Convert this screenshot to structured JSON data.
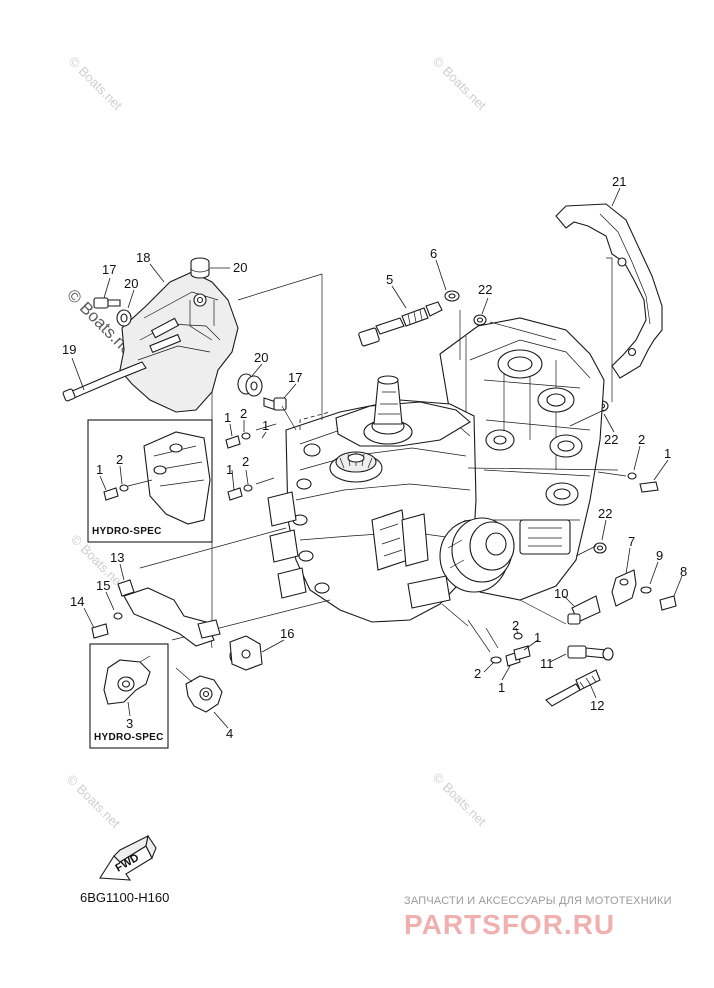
{
  "diagram": {
    "code": "6BG1100-H160",
    "box_label": "HYDRO-SPEC",
    "direction_label": "FWD"
  },
  "callouts": [
    {
      "id": "c21",
      "text": "21"
    },
    {
      "id": "c6",
      "text": "6"
    },
    {
      "id": "c20a",
      "text": "20"
    },
    {
      "id": "c18",
      "text": "18"
    },
    {
      "id": "c17a",
      "text": "17"
    },
    {
      "id": "c20b",
      "text": "20"
    },
    {
      "id": "c5",
      "text": "5"
    },
    {
      "id": "c22a",
      "text": "22"
    },
    {
      "id": "c19",
      "text": "19"
    },
    {
      "id": "c20c",
      "text": "20"
    },
    {
      "id": "c17b",
      "text": "17"
    },
    {
      "id": "c2a",
      "text": "2"
    },
    {
      "id": "c1a",
      "text": "1"
    },
    {
      "id": "c1b",
      "text": "1"
    },
    {
      "id": "c22b",
      "text": "22"
    },
    {
      "id": "c2b",
      "text": "2"
    },
    {
      "id": "c1c",
      "text": "1"
    },
    {
      "id": "c1d",
      "text": "1"
    },
    {
      "id": "c2c",
      "text": "2"
    },
    {
      "id": "c1e",
      "text": "1"
    },
    {
      "id": "c2d",
      "text": "2"
    },
    {
      "id": "c1f",
      "text": "1"
    },
    {
      "id": "c22c",
      "text": "22"
    },
    {
      "id": "c7",
      "text": "7"
    },
    {
      "id": "c9",
      "text": "9"
    },
    {
      "id": "c8",
      "text": "8"
    },
    {
      "id": "c13",
      "text": "13"
    },
    {
      "id": "c15",
      "text": "15"
    },
    {
      "id": "c14",
      "text": "14"
    },
    {
      "id": "c10",
      "text": "10"
    },
    {
      "id": "c16",
      "text": "16"
    },
    {
      "id": "c2e",
      "text": "2"
    },
    {
      "id": "c1g",
      "text": "1"
    },
    {
      "id": "c2f",
      "text": "2"
    },
    {
      "id": "c11",
      "text": "11"
    },
    {
      "id": "c1h",
      "text": "1"
    },
    {
      "id": "c12",
      "text": "12"
    },
    {
      "id": "c3",
      "text": "3"
    },
    {
      "id": "c4",
      "text": "4"
    }
  ],
  "watermarks": {
    "copyright": "©",
    "site": "Boats.net"
  },
  "branding": {
    "tagline": "ЗАПЧАСТИ И АКСЕССУАРЫ ДЛЯ МОТОТЕХНИКИ",
    "logo": "PARTSFOR.RU"
  },
  "colors": {
    "line": "#1a1a1a",
    "watermark": "#cfcfcf",
    "logo": "#f0b0b0"
  }
}
